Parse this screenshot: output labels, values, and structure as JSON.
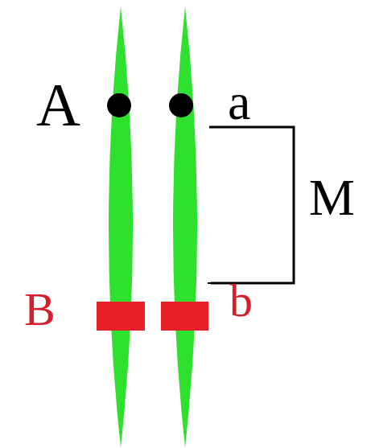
{
  "diagram": {
    "labels": [
      "A",
      "a",
      "M",
      "B",
      "b"
    ]
  }
}
